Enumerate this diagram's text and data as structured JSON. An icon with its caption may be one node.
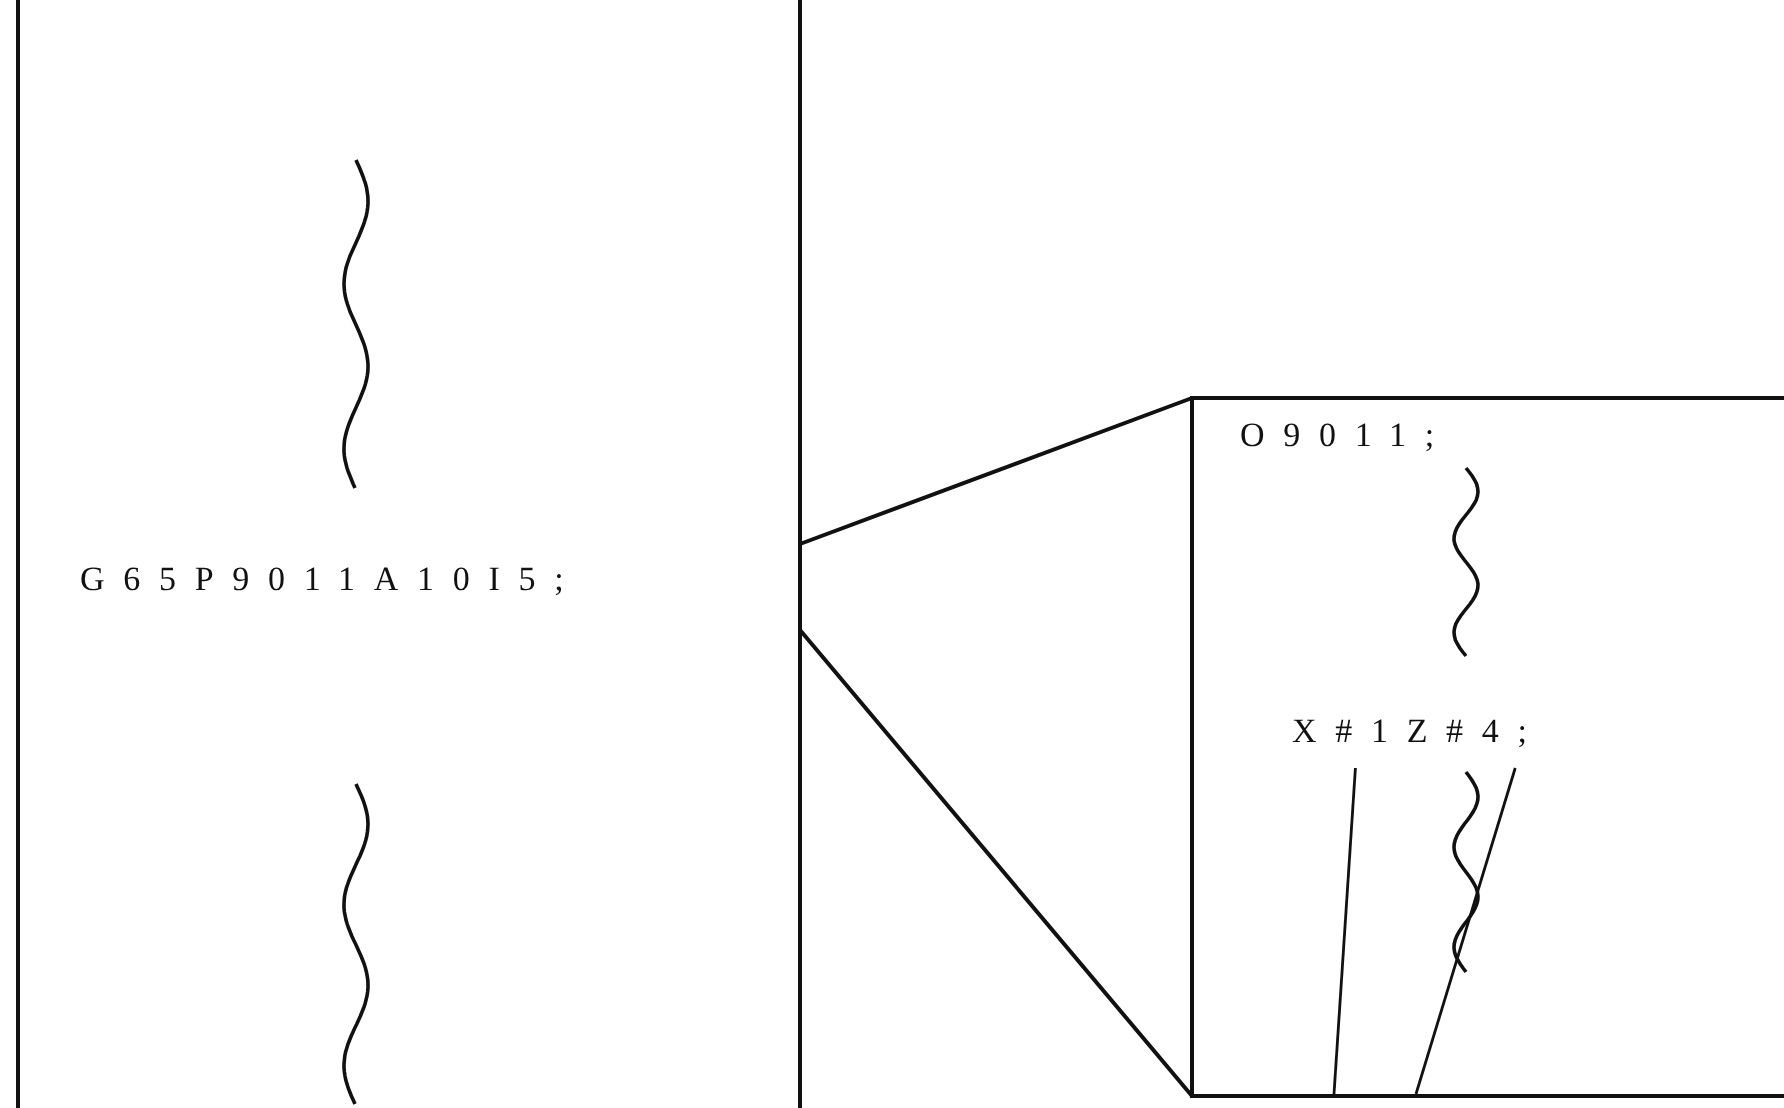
{
  "diagram": {
    "nodes": [
      {
        "text": [
          "G65P9011A10I5;"
        ]
      },
      {
        "text": [],
        "shape": "box"
      },
      {
        "text": [
          "O9011;"
        ],
        "in": 1
      },
      {
        "text": [
          "X#1Z#4;"
        ],
        "in": 1
      }
    ],
    "edges": [
      {
        "from": 0,
        "to": 1,
        "arrow": "none"
      },
      {
        "from": 3,
        "to": null,
        "arrow": "none"
      },
      {
        "from": 3,
        "to": null,
        "arrow": "none"
      }
    ]
  }
}
